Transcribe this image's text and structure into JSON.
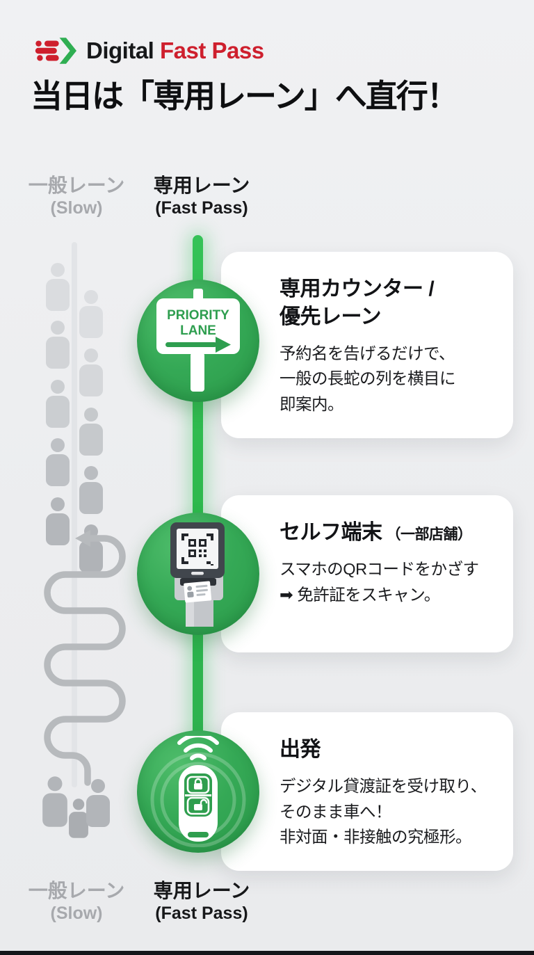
{
  "logo": {
    "icon": "fast-pass-arrow-icon",
    "text_black": "Digital",
    "text_red": "Fast Pass"
  },
  "headline": "当日は「専用レーン」へ直行！",
  "lane_labels": {
    "general": {
      "label": "一般レーン",
      "sub": "(Slow)"
    },
    "fast": {
      "label": "専用レーン",
      "sub": "(Fast Pass)"
    }
  },
  "steps": [
    {
      "icon": "priority-lane-sign-icon",
      "sign_line1": "PRIORITY",
      "sign_line2": "LANE",
      "title": "専用カウンター /\n優先レーン",
      "body": "予約名を告げるだけで、\n一般の長蛇の列を横目に\n即案内。"
    },
    {
      "icon": "qr-kiosk-icon",
      "title": "セルフ端末",
      "title_note": "（一部店舗）",
      "body": "スマホのQRコードをかざす\n➡ 免許証をスキャン。"
    },
    {
      "icon": "car-key-fob-icon",
      "title": "出発",
      "body": "デジタル貸渡証を受け取り、\nそのまま車へ！\n非対面・非接触の究極形。"
    }
  ],
  "queue": {
    "person_icon": "person-icon",
    "path_icon": "serpentine-queue-path-icon",
    "people_count": 13
  },
  "colors": {
    "green": "#2fa652",
    "green_bright": "#2db84c",
    "red": "#ce1f2d",
    "text_dark": "#141519",
    "text_gray": "#a7a9ad",
    "card_bg": "#ffffff",
    "bg": "#edeff1"
  }
}
